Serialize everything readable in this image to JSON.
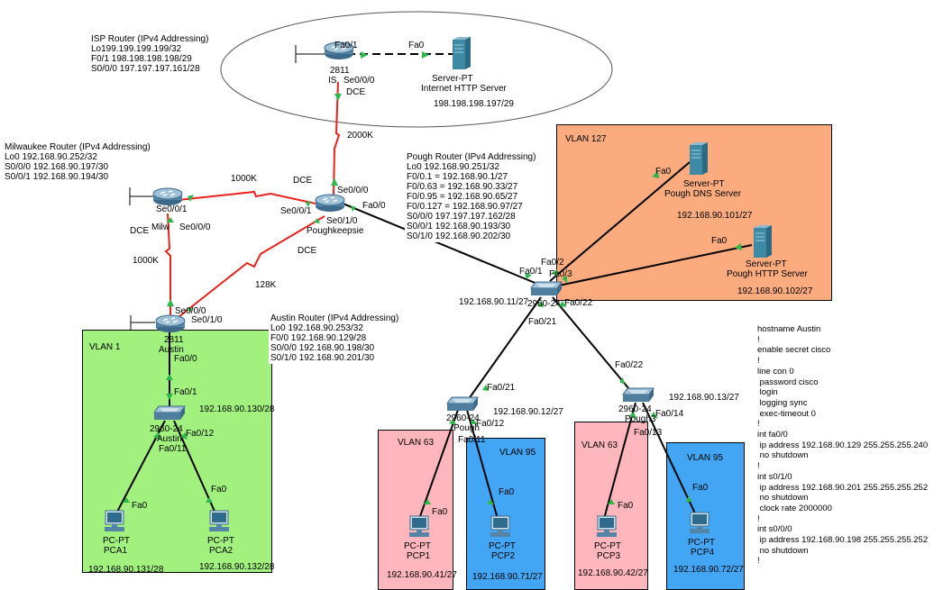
{
  "isp_box": {
    "title": "ISP Router (IPv4 Addressing)",
    "lines": [
      "Lo199.199.199.199/32",
      "F0/1 198.198.198.198/29",
      "S0/0/0 197.197.197.161/28"
    ]
  },
  "milwaukee_box": {
    "title": "Milwaukee Router (IPv4 Addressing)",
    "lines": [
      "Lo0 192.168.90.252/32",
      "S0/0/0 192.168.90.197/30",
      "S0/0/1 192.168.90.194/30"
    ]
  },
  "pough_box": {
    "title": "Pough Router (IPv4 Addressing)",
    "lines": [
      "Lo0 192.168.90.251/32",
      "F0/0.1 = 192.168.90.1/27",
      "F0/0.63 = 192.168.90.33/27",
      "F0/0.95 = 192.168.90.65/27",
      "F0/0.127 = 192.168.90.97/27",
      "S0/0/0 197.197.197.162/28",
      "S0/0/1 192.168.90.193/30",
      "S0/1/0 192.168.90.202/30"
    ]
  },
  "austin_box": {
    "title": "Austin Router (IPv4 Addressing)",
    "lines": [
      "Lo0 192.168.90.253/32",
      "F0/0 192.168.90.129/28",
      "S0/0/0 192.168.90.198/30",
      "S0/1/0 192.168.90.201/30"
    ]
  },
  "devices": {
    "isp_router": "2811",
    "isp_router_name": "IS",
    "internet_server_type": "Server-PT",
    "internet_server_name": "Internet HTTP Server",
    "internet_server_ip": "198.198.198.197/29",
    "milwaukee_router_name": "Milw",
    "pough_router_name": "Poughkeepsie",
    "austin_router_model": "2811",
    "austin_router_name": "Austin",
    "austin_switch_model": "2960-24",
    "austin_switch_name": "Austin",
    "pough_switch_model": "2960-24",
    "pough_switch_ip": "192.168.90.11/27",
    "pough1_switch_model": "2960-24",
    "pough1_switch_name": "Pough",
    "pough1_switch_ip": "192.168.90.12/27",
    "pough3_switch_model": "2960-24",
    "pough3_switch_name": "Pough3",
    "pough3_switch_ip": "192.168.90.13/27",
    "austin_switch_ip": "192.168.90.130/28",
    "dns_server_type": "Server-PT",
    "dns_server_name": "Pough DNS Server",
    "dns_server_ip": "192.168.90.101/27",
    "http_server_type": "Server-PT",
    "http_server_name": "Pough HTTP Server",
    "http_server_ip": "192.168.90.102/27",
    "pc_type": "PC-PT",
    "pca1": "PCA1",
    "pca1_ip": "192.168.90.131/28",
    "pca2": "PCA2",
    "pca2_ip": "192.168.90.132/28",
    "pcp1": "PCP1",
    "pcp1_ip": "192.168.90.41/27",
    "pcp2": "PCP2",
    "pcp2_ip": "192.168.90.71/27",
    "pcp3": "PCP3",
    "pcp3_ip": "192.168.90.42/27",
    "pcp4": "PCP4",
    "pcp4_ip": "192.168.90.72/27"
  },
  "vlans": {
    "v127": "VLAN 127",
    "v1": "VLAN 1",
    "v63": "VLAN 63",
    "v95": "VLAN 95"
  },
  "ports": {
    "isp_fa01": "Fa0/1",
    "server_fa0": "Fa0",
    "isp_se000": "Se0/0/0",
    "pough_se000": "Se0/0/0",
    "pough_se001": "Se0/0/1",
    "pough_se010": "Se0/1/0",
    "pough_fa00": "Fa0/0",
    "milw_se001": "Se0/0/1",
    "milw_se000": "Se0/0/0",
    "austin_se000": "Se0/0/0",
    "austin_se010": "Se0/1/0",
    "austin_fa00": "Fa0/0",
    "asw_fa01": "Fa0/1",
    "asw_fa012": "Fa0/12",
    "asw_fa011": "Fa0/11",
    "psw_fa01": "Fa0/1",
    "psw_fa02": "Fa0/2",
    "psw_fa03": "Fa0/3",
    "psw_fa021": "Fa0/21",
    "psw_fa022": "Fa0/22",
    "p1_fa021": "Fa0/21",
    "p1_fa012": "Fa0/12",
    "p1_fa011": "Fa0/11",
    "p3_fa022": "Fa0/22",
    "p3_fa014": "Fa0/14",
    "p3_fa013": "Fa0/13",
    "fa0": "Fa0"
  },
  "link_labels": {
    "dce": "DCE",
    "speed_2000k": "2000K",
    "speed_1000k": "1000K",
    "speed_128k": "128K"
  },
  "terminal_lines": [
    "hostname Austin",
    "!",
    "enable secret cisco",
    "!",
    "line con 0",
    " password cisco",
    " login",
    " logging sync",
    " exec-timeout 0",
    "!",
    "int fa0/0",
    " ip address 192.168.90.129 255.255.255.240",
    " no shutdown",
    "!",
    "int s0/1/0",
    " ip address 192.168.90.201 255.255.255.252",
    " no shutdown",
    " clock rate 2000000",
    "!",
    "int s0/0/0",
    " ip address 192.168.90.198 255.255.255.252",
    " no shutdown",
    "!"
  ],
  "colors": {
    "serial": "#e8231e",
    "ethernet": "#000000",
    "vlan127": "#fbab7e",
    "vlan1": "#a2f07e",
    "vlan63": "#ffb7bd",
    "vlan95": "#42a6f5",
    "port_up": "#2fb84a"
  }
}
